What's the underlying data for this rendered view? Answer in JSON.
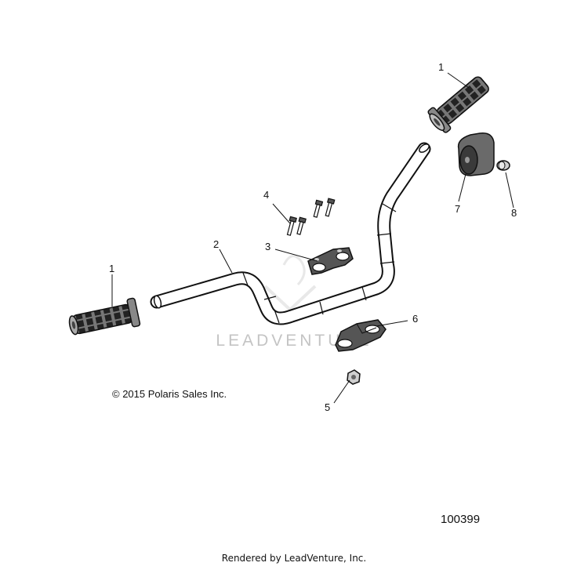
{
  "callouts": {
    "c1_right": "1",
    "c1_left": "1",
    "c2": "2",
    "c3": "3",
    "c4": "4",
    "c5": "5",
    "c6": "6",
    "c7": "7",
    "c8": "8"
  },
  "watermark": "LEADVENTURE",
  "copyright": "© 2015 Polaris Sales Inc.",
  "doc_number": "100399",
  "footer": "Rendered by LeadVenture, Inc."
}
